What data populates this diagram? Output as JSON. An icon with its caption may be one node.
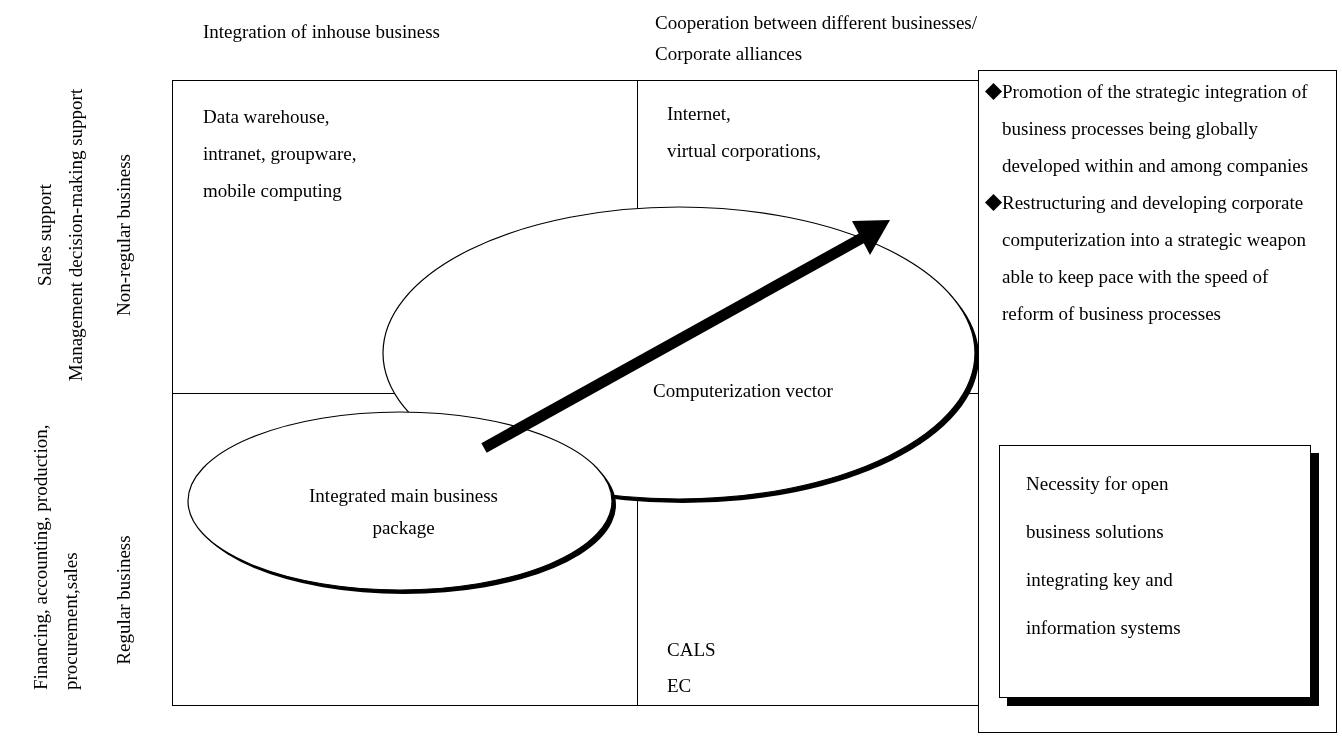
{
  "diagram": {
    "nodes": [
      {
        "text": [
          "Computerization vector"
        ]
      },
      {
        "text": [
          "Integrated main business package"
        ]
      },
      {
        "text": [
          "Promotion of the strategic integration of business processes being globally developed within and among companies",
          "Restructuring and developing corporate computerization into a strategic weapon able to keep pace with the speed of reform of business processes"
        ]
      },
      {
        "text": [
          "Necessity for open business solutions integrating key and information systems"
        ],
        "in": 2
      }
    ],
    "labels": [
      "Integration of inhouse business",
      "Cooperation between different businesses/ Corporate alliances",
      "Sales support",
      "Management decision-making support",
      "Non-regular business",
      "Data warehouse, intranet, groupware, mobile computing",
      "Internet,",
      "virtual corporations,",
      "Financing, accounting, production, procurement,sales",
      "Regular business",
      "CALS",
      "EC"
    ]
  }
}
